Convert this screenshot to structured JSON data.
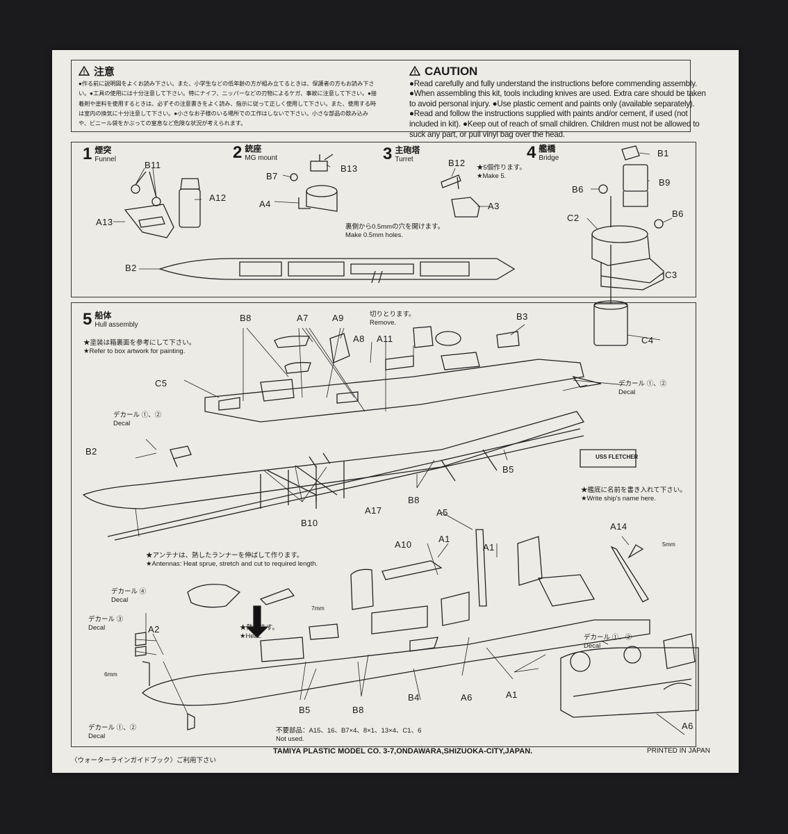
{
  "caution": {
    "jp_title": "注意",
    "jp_text": "●作る前に説明図をよくお読み下さい。また、小学生などの低年齢の方が組み立てるときは、保護者の方もお読み下さい。●工具の使用には十分注意して下さい。特にナイフ、ニッパーなどの刃物によるケガ、事故に注意して下さい。●接着剤や塗料を使用するときは、必ずその注意書きをよく読み、指示に従って正しく使用して下さい。また、使用する時は室内の換気に十分注意して下さい。●小さなお子様のいる場所での工作はしないで下さい。小さな部品の飲み込みや、ビニール袋をかぶっての窒息など危険な状況が考えられます。",
    "en_title": "CAUTION",
    "en_text": "●Read carefully and fully understand the instructions before commending assembly. ●When assembling this kit, tools including knives are used. Extra care should be taken to avoid personal injury. ●Use plastic cement and paints only (available separately). ●Read and follow the instructions supplied with paints and/or cement, if used (not included in kit). ●Keep out of reach of small children. Children must not be allowed to suck any part, or pull vinyl bag over the head."
  },
  "steps": [
    {
      "num": "1",
      "jp": "煙突",
      "en": "Funnel"
    },
    {
      "num": "2",
      "jp": "銃座",
      "en": "MG mount"
    },
    {
      "num": "3",
      "jp": "主砲塔",
      "en": "Turret"
    },
    {
      "num": "4",
      "jp": "艦橋",
      "en": "Bridge"
    },
    {
      "num": "5",
      "jp": "船体",
      "en": "Hull assembly"
    }
  ],
  "notes": {
    "make5_jp": "★5個作ります。",
    "make5_en": "★Make 5.",
    "holes_jp": "裏側から0.5mmの穴を開けます。",
    "holes_en": "Make 0.5mm holes.",
    "paint_jp": "★塗装は箱裏面を参考にして下さい。",
    "paint_en": "★Refer to box artwork for painting.",
    "remove_jp": "切りとります。",
    "remove_en": "Remove.",
    "name_jp": "★艦底に名前を書き入れて下さい。",
    "name_en": "★Write ship's name here.",
    "antenna_jp": "★アンテナは、熱したランナーを伸ばして作ります。",
    "antenna_en": "★Antennas: Heat sprue, stretch and cut to required length.",
    "heat_jp": "★熱します。",
    "heat_en": "★Heat.",
    "unused_jp": "不要部品：A15、16、B7×4、8×1、13×4、C1、6",
    "unused_en": "Not used.",
    "decal_12_jp": "デカール ①、②",
    "decal_3_jp": "デカール ③",
    "decal_4_jp": "デカール ④",
    "decal_en": "Decal",
    "mm5": "5mm",
    "mm6": "6mm",
    "mm7": "7mm",
    "nameplate": "USS FLETCHER"
  },
  "parts": {
    "B11": "B11",
    "A12": "A12",
    "A13": "A13",
    "B7": "B7",
    "B13": "B13",
    "A4": "A4",
    "B12": "B12",
    "A3": "A3",
    "B1": "B1",
    "B9": "B9",
    "B6a": "B6",
    "B6b": "B6",
    "C2": "C2",
    "C3": "C3",
    "C4": "C4",
    "B2top": "B2",
    "B8a": "B8",
    "A7": "A7",
    "A9": "A9",
    "A8": "A8",
    "A11": "A11",
    "B3": "B3",
    "C5": "C5",
    "B2hull": "B2",
    "B5a": "B5",
    "B8b": "B8",
    "A17": "A17",
    "B10": "B10",
    "A5": "A5",
    "A10": "A10",
    "A1a": "A1",
    "A1b": "A1",
    "A14": "A14",
    "A2": "A2",
    "B5b": "B5",
    "B8c": "B8",
    "B4": "B4",
    "A6a": "A6",
    "A1c": "A1",
    "A6b": "A6"
  },
  "footer": {
    "left": "〈ウォーターラインガイドブック〉ご利用下さい",
    "company": "TAMIYA PLASTIC MODEL CO. 3-7,ONDAWARA,SHIZUOKA-CITY,JAPAN.",
    "printed": "PRINTED IN JAPAN"
  }
}
